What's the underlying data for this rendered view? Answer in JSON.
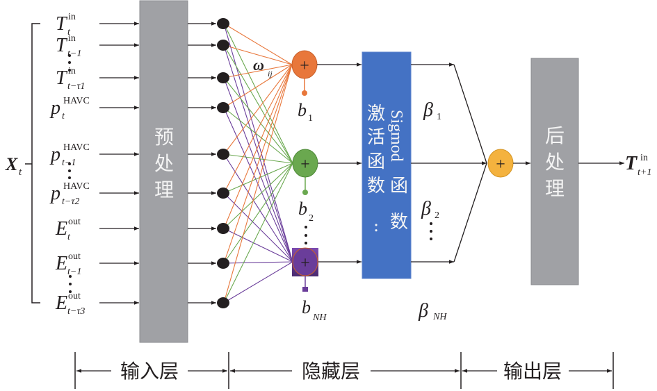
{
  "diagram": {
    "input_vector": {
      "symbol": "X",
      "subscript": "t"
    },
    "inputs": [
      {
        "base": "T",
        "sup": "in",
        "sub": "t"
      },
      {
        "base": "T",
        "sup": "in",
        "sub": "t−1"
      },
      {
        "base": "T",
        "sup": "in",
        "sub": "t−τ1"
      },
      {
        "base": "p",
        "sup": "HAVC",
        "sub": "t"
      },
      {
        "base": "p",
        "sup": "HAVC",
        "sub": "t−1"
      },
      {
        "base": "p",
        "sup": "HAVC",
        "sub": "t−τ2"
      },
      {
        "base": "E",
        "sup": "out",
        "sub": "t"
      },
      {
        "base": "E",
        "sup": "out",
        "sub": "t−1"
      },
      {
        "base": "E",
        "sup": "out",
        "sub": "t−τ3"
      }
    ],
    "preprocess": {
      "label": "预处理",
      "chars": [
        "预",
        "处",
        "理"
      ]
    },
    "weight_label": {
      "base": "ω",
      "sub": "ij"
    },
    "hidden_nodes": [
      {
        "symbol": "+",
        "bias": {
          "base": "b",
          "sub": "1"
        },
        "color": "#e8773b"
      },
      {
        "symbol": "+",
        "bias": {
          "base": "b",
          "sub": "2"
        },
        "color": "#6aa84f"
      },
      {
        "symbol": "+",
        "bias": {
          "base": "b",
          "sub": "NH"
        },
        "color": "#6a3d9a"
      }
    ],
    "activation": {
      "col1": [
        "激",
        "活",
        "函",
        "数",
        ":"
      ],
      "col2_latin": "Sigmod",
      "col2_cn": [
        "函",
        "数"
      ],
      "color": "#4472c4"
    },
    "output_weights": [
      {
        "base": "β",
        "sub": "1"
      },
      {
        "base": "β",
        "sub": "2"
      },
      {
        "base": "β",
        "sub": "NH"
      }
    ],
    "output_sum": {
      "symbol": "+",
      "color": "#f4b23e"
    },
    "postprocess": {
      "label": "后处理",
      "chars": [
        "后",
        "处",
        "理"
      ]
    },
    "output": {
      "base": "T",
      "sup": "in",
      "sub": "t+1"
    },
    "layers": [
      {
        "label": "输入层"
      },
      {
        "label": "隐藏层"
      },
      {
        "label": "输出层"
      }
    ],
    "colors": {
      "box_gray": "#a0a1a5",
      "edge_orange": "#e8773b",
      "edge_green": "#6aa84f",
      "edge_purple": "#6a3d9a",
      "node_black": "#231f20"
    }
  }
}
